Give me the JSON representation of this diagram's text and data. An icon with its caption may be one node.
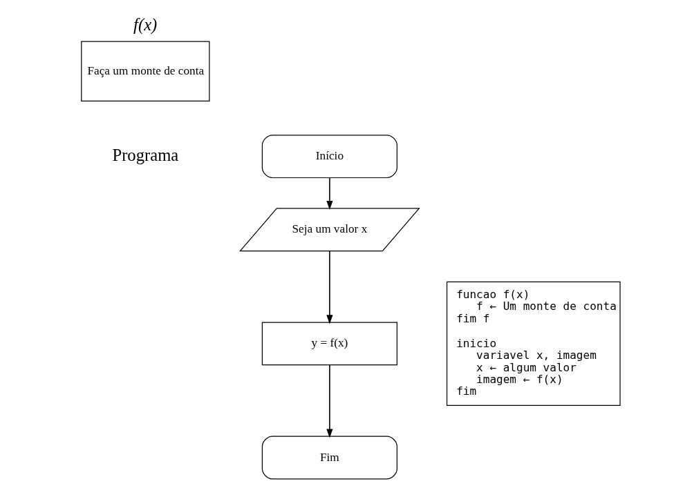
{
  "diagram": {
    "nodes": [
      {
        "text": [
          "f(x)",
          "Faça um monte de conta"
        ]
      },
      {
        "text": [
          "Início"
        ]
      },
      {
        "text": [
          "Seja um valor x"
        ]
      },
      {
        "text": [
          "y = f(x)"
        ]
      },
      {
        "text": [
          "Fim"
        ]
      },
      {
        "text": [
          "funcao f(x)",
          "f ← Um monte de conta",
          "fim f",
          "inicio",
          "variavel x, imagem",
          "x ← algum valor",
          "imagem ← f(x)",
          "fim"
        ]
      }
    ],
    "edges": [
      {
        "from": 1,
        "to": 2,
        "arrow": "to"
      },
      {
        "from": 2,
        "to": 3,
        "arrow": "to"
      },
      {
        "from": 3,
        "to": 4,
        "arrow": "to"
      }
    ],
    "labels": [
      "Programa"
    ]
  }
}
